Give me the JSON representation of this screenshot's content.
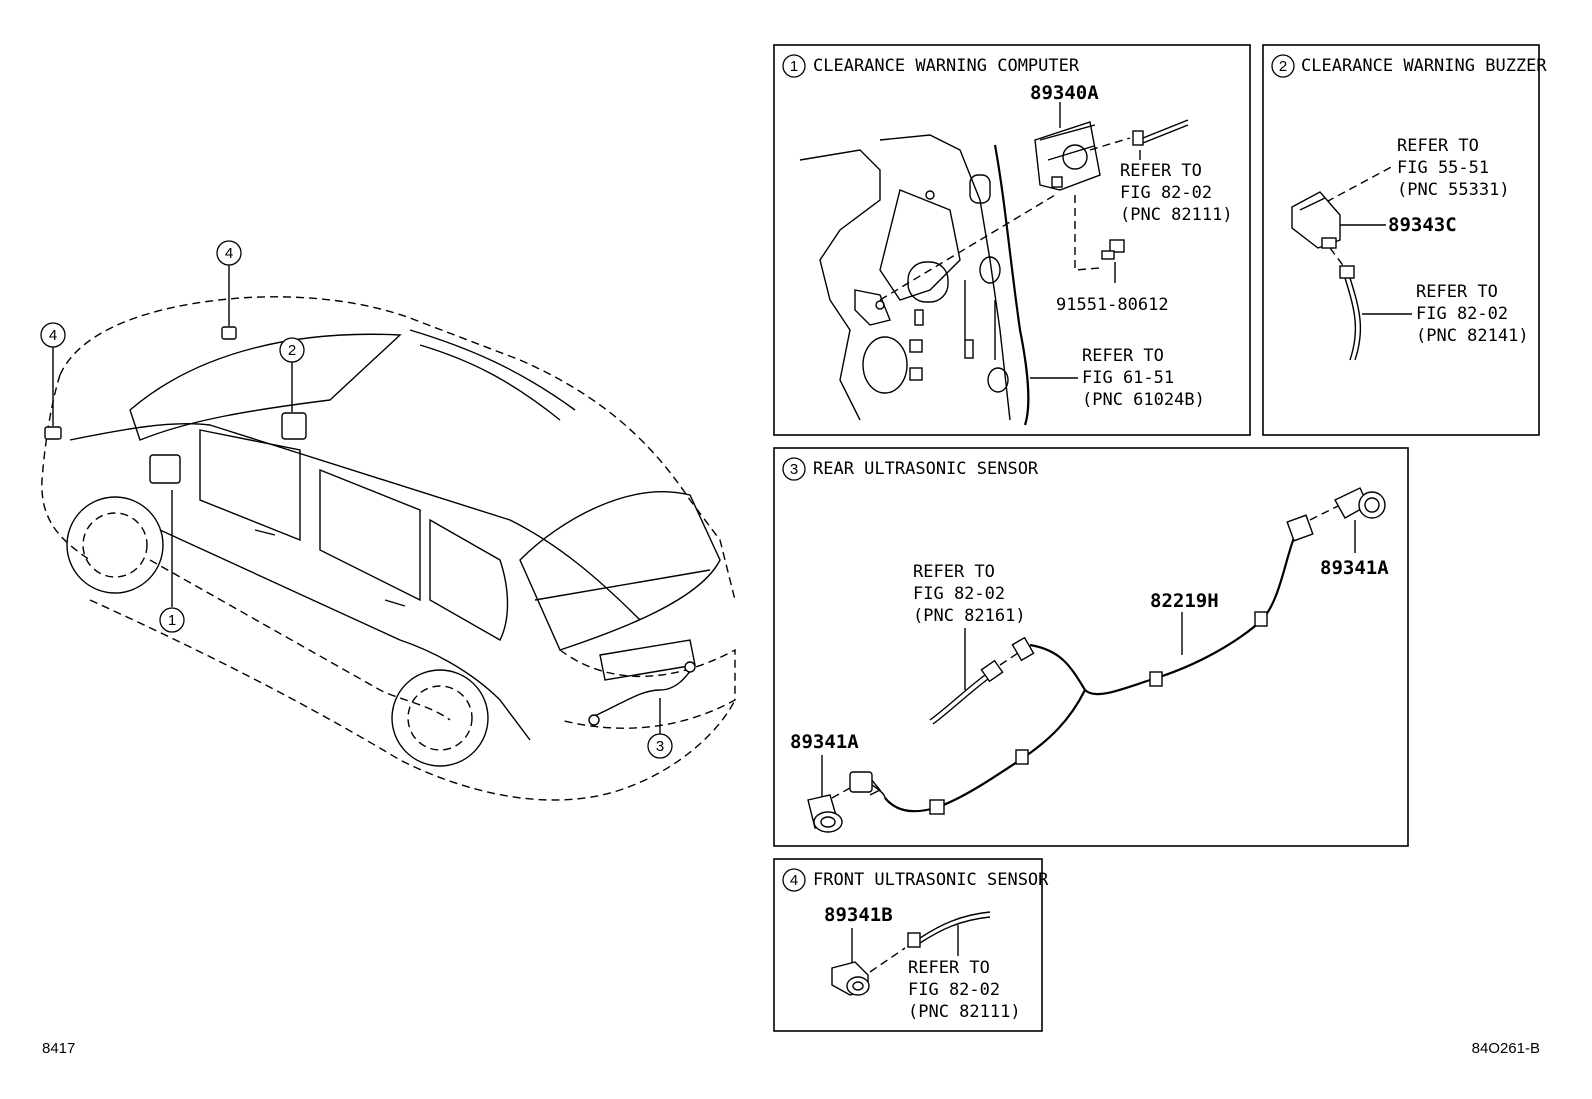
{
  "page": {
    "left_code": "8417",
    "right_code": "84O261-B"
  },
  "overview": {
    "callouts": [
      "1",
      "2",
      "3",
      "4",
      "4"
    ]
  },
  "panel1": {
    "num": "1",
    "title": "CLEARANCE WARNING COMPUTER",
    "part_main": "89340A",
    "bolt_part": "91551-80612",
    "ref_a": [
      "REFER TO",
      "FIG 82-02",
      "(PNC 82111)"
    ],
    "ref_b": [
      "REFER TO",
      "FIG 61-51",
      "(PNC 61024B)"
    ]
  },
  "panel2": {
    "num": "2",
    "title": "CLEARANCE WARNING BUZZER",
    "part_main": "89343C",
    "ref_a": [
      "REFER TO",
      "FIG 55-51",
      "(PNC 55331)"
    ],
    "ref_b": [
      "REFER TO",
      "FIG 82-02",
      "(PNC 82141)"
    ]
  },
  "panel3": {
    "num": "3",
    "title": "REAR ULTRASONIC SENSOR",
    "part_right": "89341A",
    "part_left": "89341A",
    "harness": "82219H",
    "ref_a": [
      "REFER TO",
      "FIG 82-02",
      "(PNC 82161)"
    ]
  },
  "panel4": {
    "num": "4",
    "title": "FRONT ULTRASONIC SENSOR",
    "part_main": "89341B",
    "ref_a": [
      "REFER TO",
      "FIG 82-02",
      "(PNC 82111)"
    ]
  }
}
